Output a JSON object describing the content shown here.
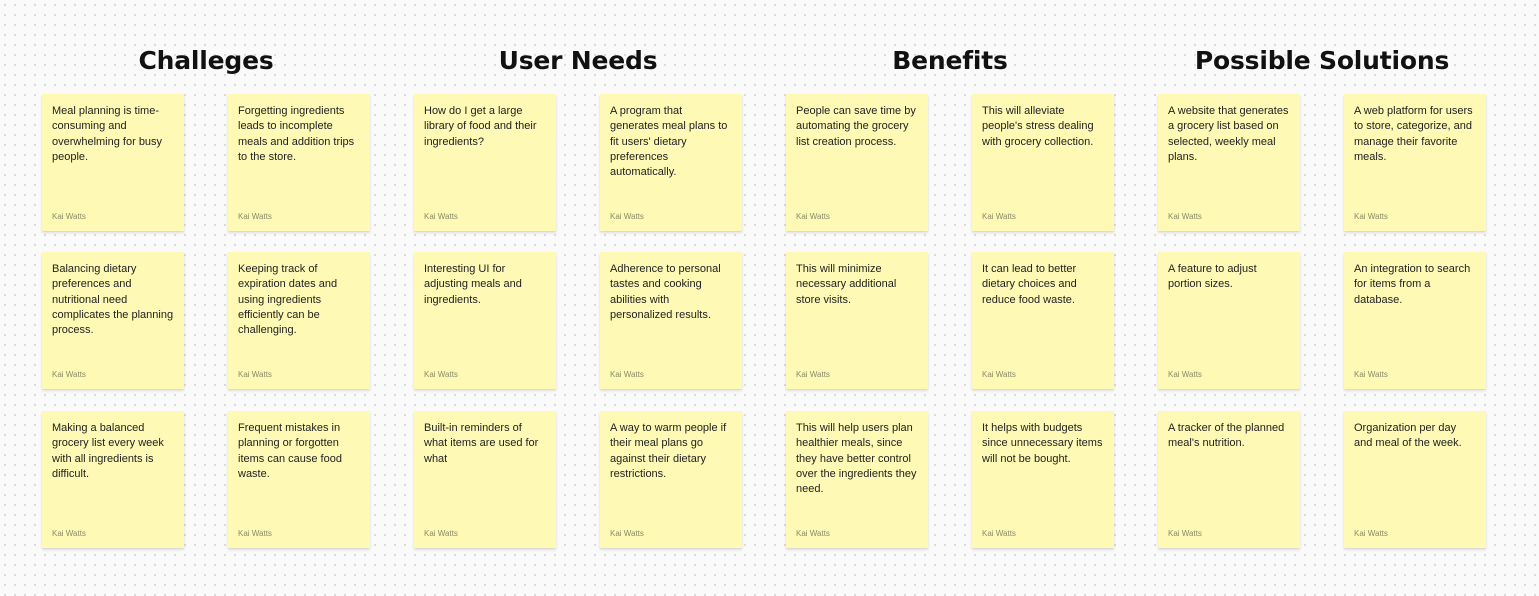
{
  "columns": [
    {
      "title": "Challeges",
      "notes": [
        {
          "text": "Meal planning is time-consuming and overwhelming for busy people.",
          "author": "Kai Watts"
        },
        {
          "text": "Forgetting ingredients leads to incomplete meals and addition trips to the store.",
          "author": "Kai Watts"
        },
        {
          "text": "Balancing dietary preferences and nutritional need complicates the planning process.",
          "author": "Kai Watts"
        },
        {
          "text": "Keeping track of expiration dates and using ingredients efficiently can be challenging.",
          "author": "Kai Watts"
        },
        {
          "text": "Making a balanced grocery list every week with all ingredients is difficult.",
          "author": "Kai Watts"
        },
        {
          "text": "Frequent mistakes in planning or forgotten items can cause food waste.",
          "author": "Kai Watts"
        }
      ]
    },
    {
      "title": "User Needs",
      "notes": [
        {
          "text": "How do I get a large library of food and their ingredients?",
          "author": "Kai Watts"
        },
        {
          "text": "A program that generates meal plans to fit users' dietary preferences automatically.",
          "author": "Kai Watts"
        },
        {
          "text": "Interesting UI for adjusting meals and ingredients.",
          "author": "Kai Watts"
        },
        {
          "text": "Adherence to personal tastes and cooking abilities with personalized results.",
          "author": "Kai Watts"
        },
        {
          "text": "Built-in reminders of what items are used for what",
          "author": "Kai Watts"
        },
        {
          "text": "A way to warm people if their meal plans go against their dietary restrictions.",
          "author": "Kai Watts"
        }
      ]
    },
    {
      "title": "Benefits",
      "notes": [
        {
          "text": "People can save time by automating the grocery list creation process.",
          "author": "Kai Watts"
        },
        {
          "text": "This will alleviate people's stress dealing with grocery collection.",
          "author": "Kai Watts"
        },
        {
          "text": "This will minimize necessary additional store visits.",
          "author": "Kai Watts"
        },
        {
          "text": "It can lead to better dietary choices and reduce food waste.",
          "author": "Kai Watts"
        },
        {
          "text": "This will help users plan healthier meals, since they have better control over the ingredients they need.",
          "author": "Kai Watts"
        },
        {
          "text": "It helps with budgets since unnecessary items will not be bought.",
          "author": "Kai Watts"
        }
      ]
    },
    {
      "title": "Possible Solutions",
      "notes": [
        {
          "text": "A website that generates a grocery list based on selected, weekly meal plans.",
          "author": "Kai Watts"
        },
        {
          "text": "A web platform for users to store, categorize, and manage their favorite meals.",
          "author": "Kai Watts"
        },
        {
          "text": "A feature to adjust portion sizes.",
          "author": "Kai Watts"
        },
        {
          "text": "An integration to search for items from a database.",
          "author": "Kai Watts"
        },
        {
          "text": "A tracker of the planned meal's nutrition.",
          "author": "Kai Watts"
        },
        {
          "text": "Organization per day and meal of the week.",
          "author": "Kai Watts"
        }
      ]
    }
  ]
}
